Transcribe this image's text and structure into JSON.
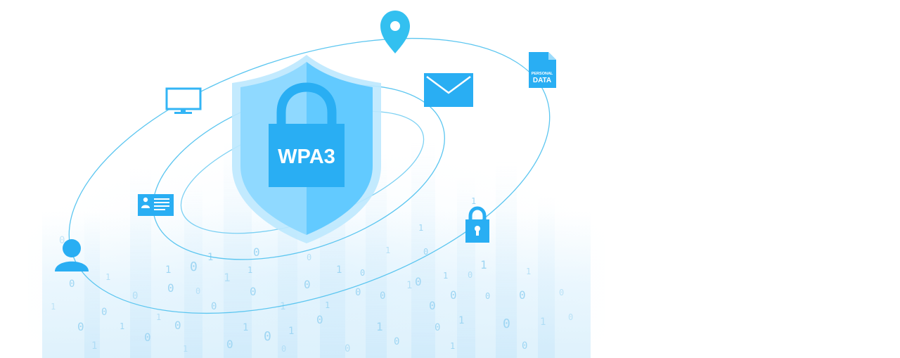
{
  "badge": {
    "label": "WPA3"
  },
  "document_icon": {
    "line1": "PERSONAL",
    "line2": "DATA"
  },
  "icons": [
    "location-pin-icon",
    "document-icon",
    "monitor-icon",
    "envelope-icon",
    "id-card-icon",
    "padlock-icon",
    "user-icon",
    "shield-icon"
  ],
  "colors": {
    "accent": "#33b5f5",
    "shield_light": "#8fd9ff",
    "shield_dark": "#55c5fb",
    "lock": "#29aef3",
    "orbit": "#5cc6f0",
    "binary": "#9fd6f3"
  }
}
